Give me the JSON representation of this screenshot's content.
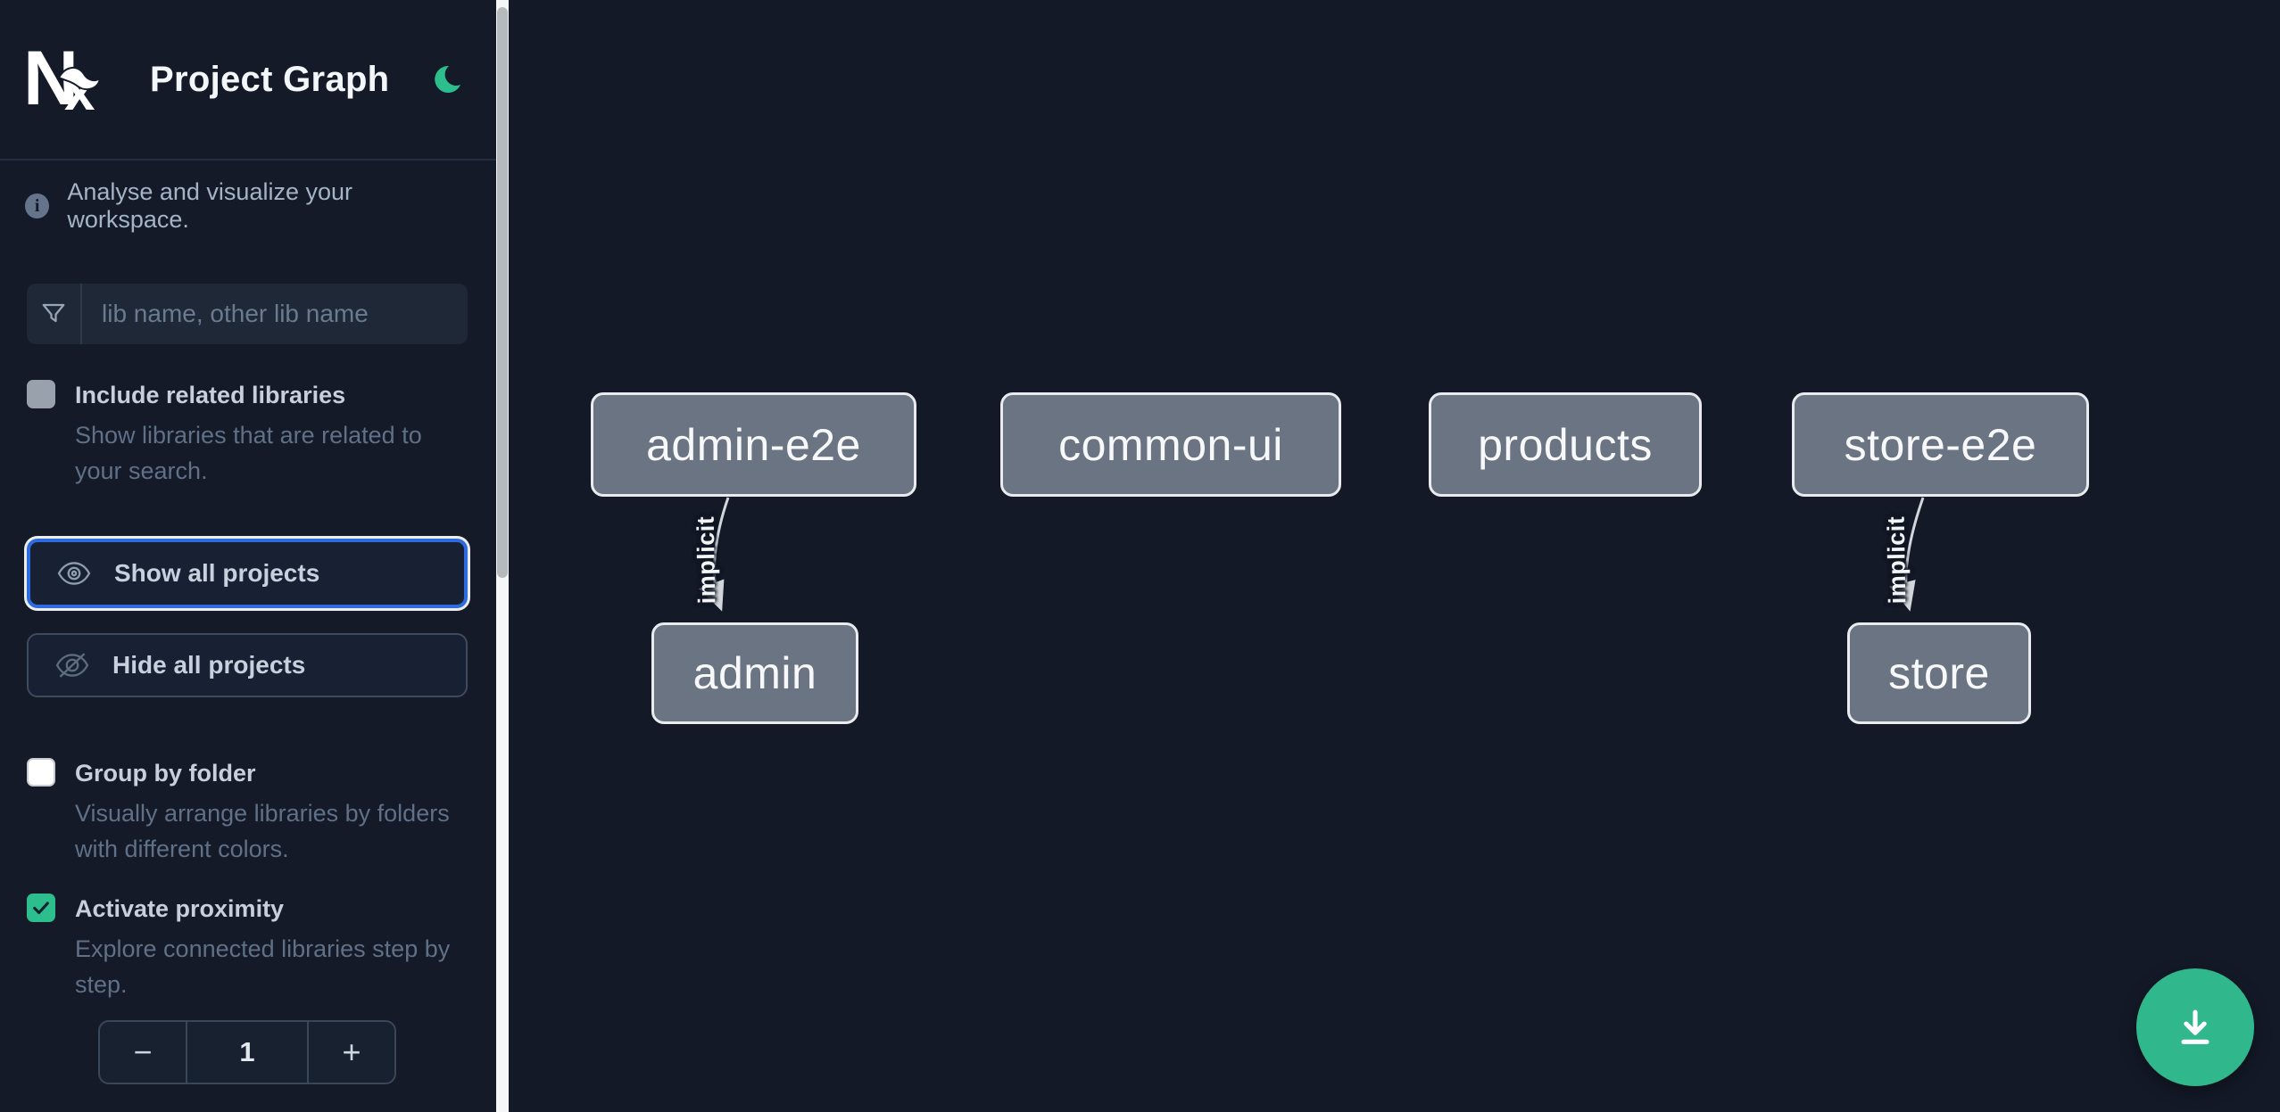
{
  "app": {
    "title": "Project Graph"
  },
  "colors": {
    "background": "#141a28",
    "accent_green": "#2dbe8d",
    "focus_ring_blue": "#2e6be0",
    "node_fill": "#6b7482",
    "node_border": "#e9ebee",
    "edge": "#d2d6db",
    "scrollbar_thumb": "#b7babd"
  },
  "header": {
    "logo": "nx-logo",
    "title": "Project Graph",
    "theme_icon": "moon"
  },
  "sidebar": {
    "tagline": "Analyse and visualize your workspace.",
    "search": {
      "placeholder": "lib name, other lib name"
    },
    "toggles": [
      {
        "label": "Include related libraries",
        "description": "Show libraries that are related to your search.",
        "checked": false
      },
      {
        "label": "Group by folder",
        "description": "Visually arrange libraries by folders with different colors.",
        "checked": false
      },
      {
        "label": "Activate proximity",
        "description": "Explore connected libraries step by step.",
        "checked": true
      }
    ],
    "actions": [
      {
        "label": "Show all projects",
        "focused": true
      },
      {
        "label": "Hide all projects",
        "focused": false
      }
    ],
    "stepper": {
      "decrease": "−",
      "value": "1",
      "increase": "+"
    }
  },
  "graph": {
    "nodes": [
      {
        "label": "admin-e2e"
      },
      {
        "label": "common-ui"
      },
      {
        "label": "products"
      },
      {
        "label": "store-e2e"
      },
      {
        "label": "admin"
      },
      {
        "label": "store"
      }
    ],
    "edges": [
      {
        "from": "admin-e2e",
        "to": "admin",
        "label": "implicit"
      },
      {
        "from": "store-e2e",
        "to": "store",
        "label": "implicit"
      }
    ]
  }
}
